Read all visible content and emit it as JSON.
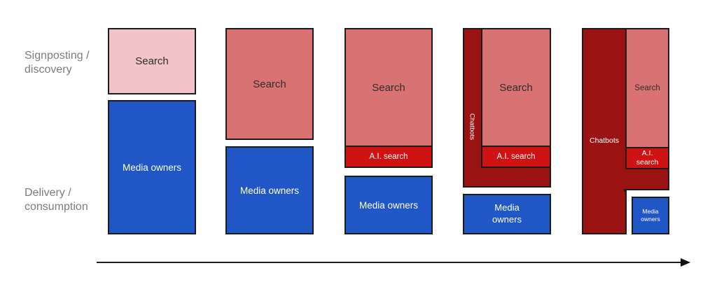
{
  "axis": {
    "row_labels": [
      {
        "text": "Signposting /\ndiscovery"
      },
      {
        "text": "Delivery /\nconsumption"
      }
    ]
  },
  "palette": {
    "search_early_pink": "#f2c4c8",
    "search_salmon": "#d97272",
    "ai_search_red": "#cf1212",
    "chatbots_darkred": "#9b1212",
    "media_owners_blue": "#2156c7",
    "box_border": "#1c1c1c",
    "axis_label_gray": "#7d7d7d"
  },
  "columns": [
    {
      "search": "Search",
      "media_owners": "Media owners"
    },
    {
      "search": "Search",
      "media_owners": "Media owners"
    },
    {
      "search": "Search",
      "ai_search": "A.I. search",
      "media_owners": "Media owners"
    },
    {
      "chatbots": "Chatbots",
      "search": "Search",
      "ai_search": "A.I. search",
      "media_owners": "Media owners"
    },
    {
      "chatbots": "Chatbots",
      "search": "Search",
      "ai_search": "A.I. search",
      "media_owners": "Media owners"
    }
  ]
}
